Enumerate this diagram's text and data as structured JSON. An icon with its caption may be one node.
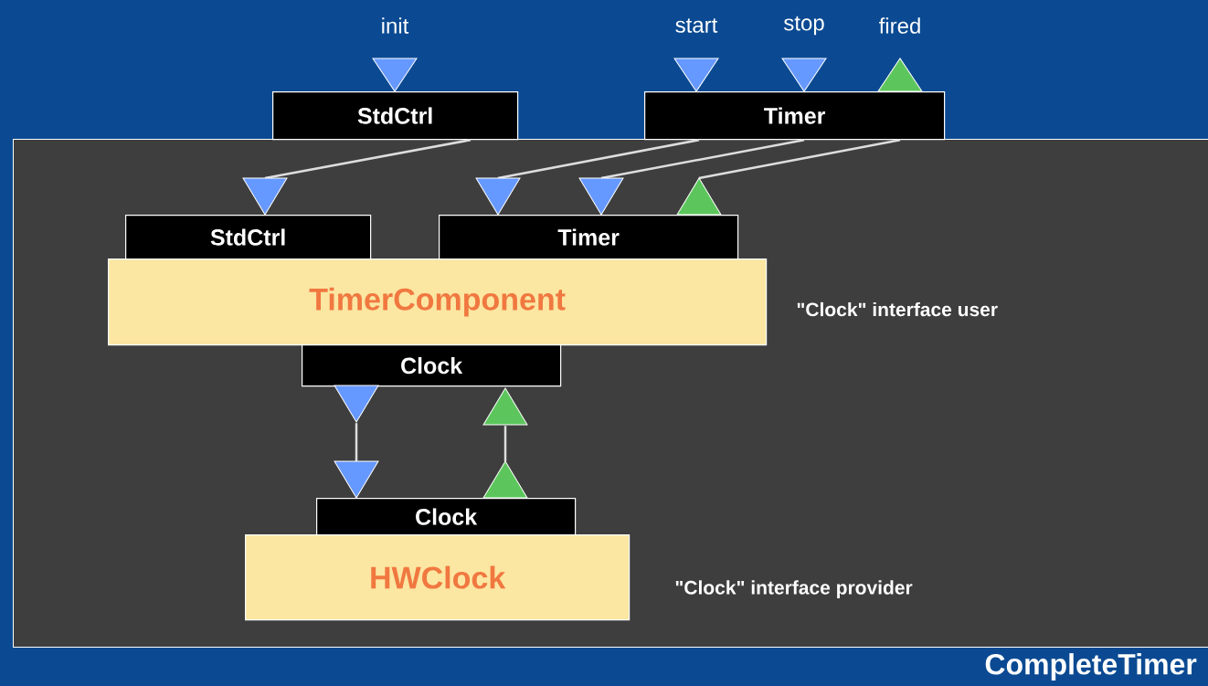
{
  "diagram": {
    "nodes": [
      {
        "text": [
          "CompleteTimer"
        ]
      },
      {
        "text": [
          "StdCtrl"
        ]
      },
      {
        "text": [
          "Timer"
        ]
      },
      {
        "text": [
          "StdCtrl"
        ],
        "in": 0
      },
      {
        "text": [
          "Timer"
        ],
        "in": 0
      },
      {
        "text": [
          "TimerComponent"
        ],
        "in": 0,
        "beside": [
          "\"Clock\" interface user"
        ]
      },
      {
        "text": [
          "Clock"
        ],
        "in": 0
      },
      {
        "text": [
          "Clock"
        ],
        "in": 0
      },
      {
        "text": [
          "HWClock"
        ],
        "in": 0,
        "beside": [
          "\"Clock\" interface provider"
        ]
      }
    ],
    "edges": [
      {
        "from": 1,
        "to": 3,
        "arrow": "to"
      },
      {
        "from": 2,
        "to": 4,
        "arrow": "to"
      },
      {
        "from": 2,
        "to": 4,
        "arrow": "to"
      },
      {
        "from": 2,
        "to": 4,
        "arrow": "to"
      },
      {
        "from": 6,
        "to": 7,
        "arrow": "to"
      },
      {
        "from": 7,
        "to": 6,
        "arrow": "to"
      }
    ],
    "labels": [
      "init",
      "start",
      "stop",
      "fired"
    ]
  }
}
